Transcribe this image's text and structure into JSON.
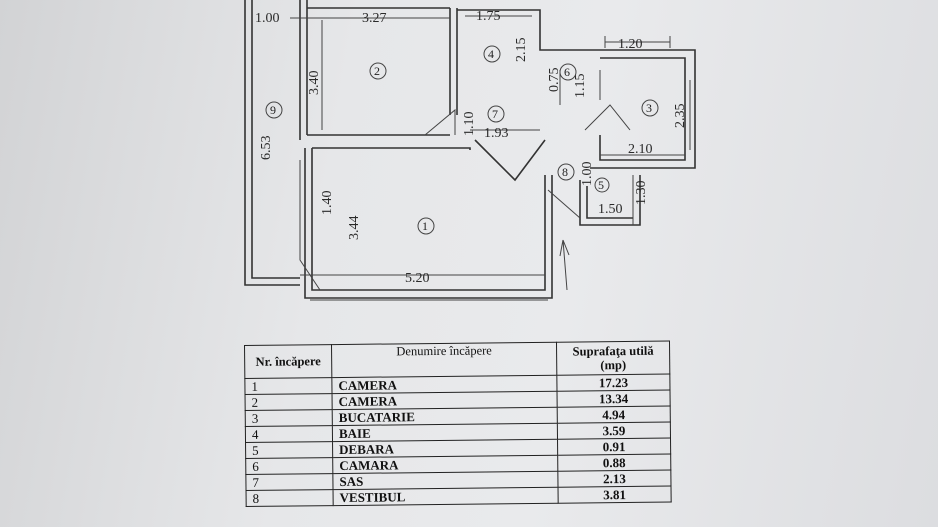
{
  "plan": {
    "dimensions": [
      "1.00",
      "3.27",
      "1.75",
      "2.15",
      "1.20",
      "0.75",
      "1.15",
      "3.40",
      "6.53",
      "1.10",
      "1.93",
      "2.35",
      "2.10",
      "1.40",
      "3.44",
      "1.00",
      "1.30",
      "1.50",
      "5.20"
    ],
    "room_labels": [
      "1",
      "2",
      "3",
      "4",
      "5",
      "6",
      "7",
      "8",
      "9"
    ]
  },
  "table": {
    "headers": [
      "Nr. încăpere",
      "Denumire încăpere",
      "Suprafaţa utilă (mp)"
    ],
    "rows": [
      [
        "1",
        "CAMERA",
        "17.23"
      ],
      [
        "2",
        "CAMERA",
        "13.34"
      ],
      [
        "3",
        "BUCATARIE",
        "4.94"
      ],
      [
        "4",
        "BAIE",
        "3.59"
      ],
      [
        "5",
        "DEBARA",
        "0.91"
      ],
      [
        "6",
        "CAMARA",
        "0.88"
      ],
      [
        "7",
        "SAS",
        "2.13"
      ],
      [
        "8",
        "VESTIBUL",
        "3.81"
      ]
    ]
  }
}
